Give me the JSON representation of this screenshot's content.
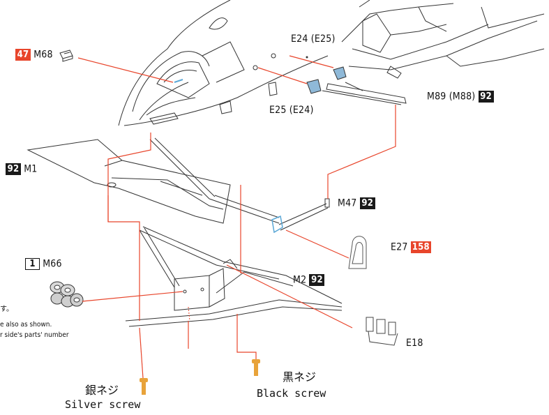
{
  "labels": {
    "e24_e25": "E24 (E25)",
    "e25_e24": "E25 (E24)",
    "m89_m88": "M89 (M88)",
    "m89_box": "92",
    "m68": "M68",
    "m68_box": "47",
    "m1": "M1",
    "m1_box": "92",
    "m47": "M47",
    "m47_box": "92",
    "e27": "E27",
    "e27_box": "158",
    "m66": "M66",
    "m66_box": "1",
    "m2": "M2",
    "m2_box": "92",
    "e18": "E18"
  },
  "notes": {
    "line1": "す。",
    "line2": "e also as shown.",
    "line3": "r side's parts' number"
  },
  "screws": {
    "silver_jp": "銀ネジ",
    "silver_en": "Silver screw",
    "black_jp": "黒ネジ",
    "black_en": "Black screw"
  },
  "colors": {
    "leader": "#e8452b",
    "part_outline": "#333333",
    "blue_part": "#5aa7d6",
    "screw": "#e8a33a"
  }
}
